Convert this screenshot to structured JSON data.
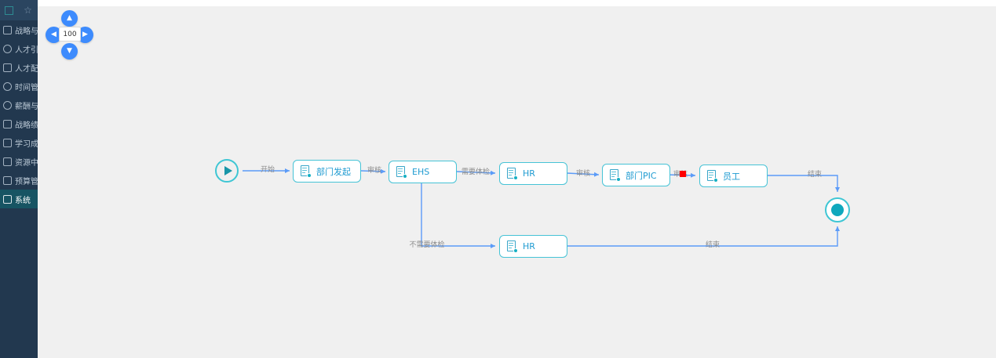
{
  "sidebar": {
    "header": {
      "tab_icon": "grid-icon",
      "star_icon": "star-icon"
    },
    "items": [
      {
        "label": "战略与组织",
        "icon": "strategy-icon",
        "active": false
      },
      {
        "label": "人才引进",
        "icon": "talent-acquisition-icon",
        "active": false
      },
      {
        "label": "人才配置",
        "icon": "talent-allocation-icon",
        "active": false
      },
      {
        "label": "时间管理",
        "icon": "clock-icon",
        "active": false
      },
      {
        "label": "薪酬与激励",
        "icon": "compensation-icon",
        "active": false
      },
      {
        "label": "战略绩效",
        "icon": "performance-icon",
        "active": false
      },
      {
        "label": "学习成长",
        "icon": "learning-icon",
        "active": false
      },
      {
        "label": "资源中心",
        "icon": "resource-icon",
        "active": false
      },
      {
        "label": "预算管理",
        "icon": "budget-icon",
        "active": false
      },
      {
        "label": "系统",
        "icon": "system-icon",
        "active": true
      }
    ]
  },
  "pan_pad": {
    "zoom_value": "100",
    "up_icon": "chevron-up-icon",
    "down_icon": "chevron-down-icon",
    "left_icon": "chevron-left-icon",
    "right_icon": "chevron-right-icon"
  },
  "flow": {
    "accent_node_border": "#46c3d6",
    "accent_node_text": "#1f9bd1",
    "edge_color": "#5b9bf8",
    "edge_label_color": "#8c8c8c",
    "marker_color": "#ff0000",
    "start_node": {
      "name": "start",
      "icon": "play-icon"
    },
    "end_node": {
      "name": "end",
      "icon": "end-dot-icon"
    },
    "nodes": [
      {
        "id": "dept_initiate",
        "label": "部门发起",
        "icon": "document-task-icon"
      },
      {
        "id": "ehs",
        "label": "EHS",
        "icon": "document-task-icon"
      },
      {
        "id": "hr_top",
        "label": "HR",
        "icon": "document-task-icon"
      },
      {
        "id": "dept_pic",
        "label": "部门PIC",
        "icon": "document-task-icon"
      },
      {
        "id": "employee",
        "label": "员工",
        "icon": "document-task-icon"
      },
      {
        "id": "hr_bottom",
        "label": "HR",
        "icon": "document-task-icon"
      }
    ],
    "edge_labels": {
      "start": "开始",
      "review_1": "审核",
      "need_exam": "需要体检",
      "review_2": "审核",
      "review_3": "审核",
      "finish_top": "结束",
      "no_exam": "不需要体检",
      "finish_bottom": "结束"
    }
  }
}
